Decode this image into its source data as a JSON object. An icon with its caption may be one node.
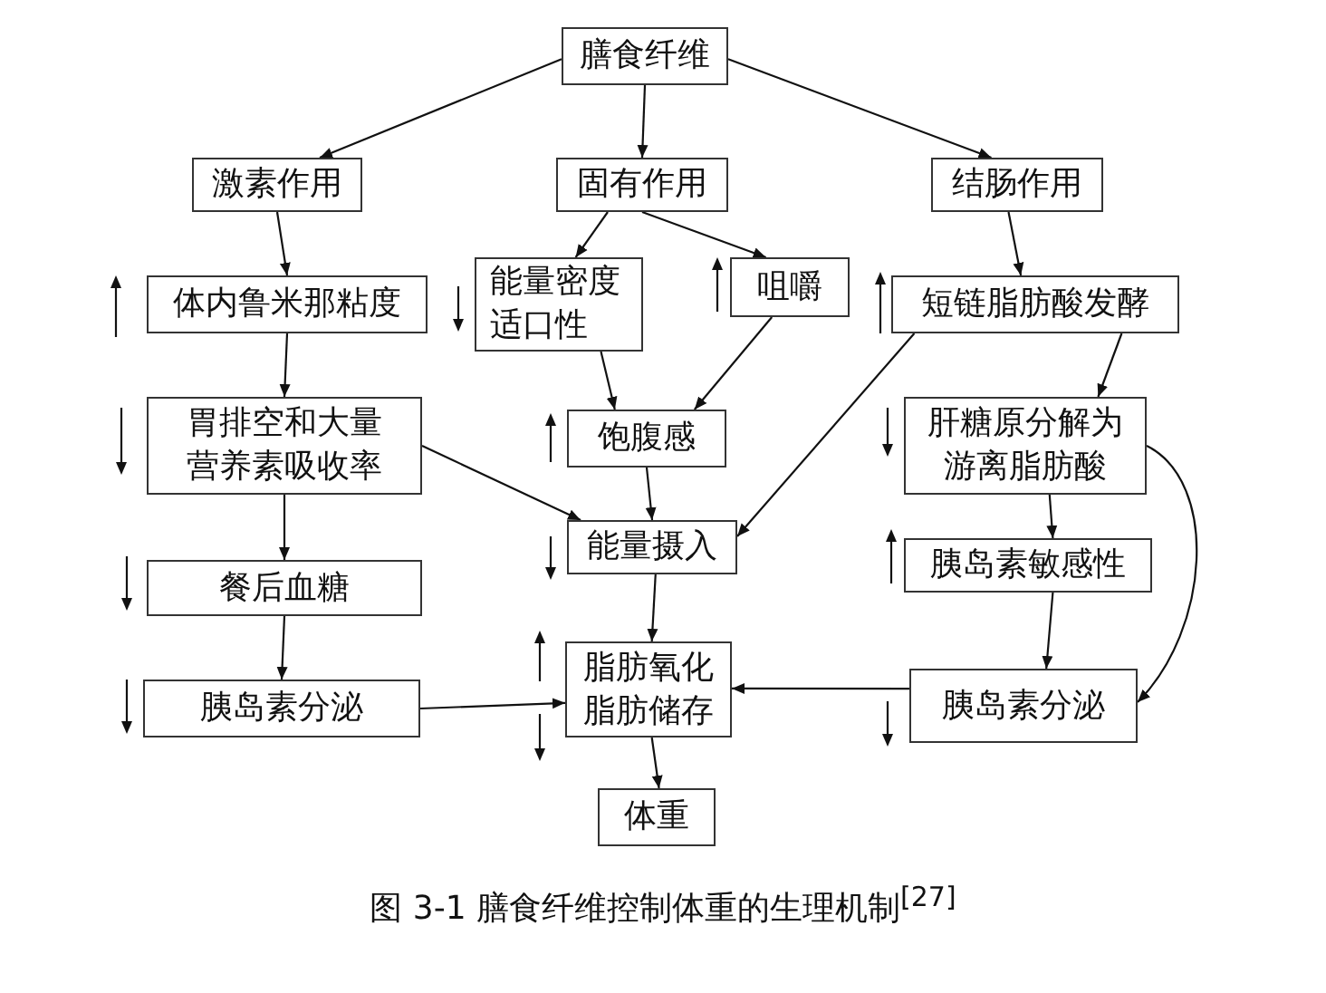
{
  "diagram": {
    "caption": "图 3-1 膳食纤维控制体重的生理机制$^{[27]}$",
    "nodes": [
      {
        "text": [
          "膳食纤维"
        ]
      },
      {
        "text": [
          "激素作用"
        ]
      },
      {
        "text": [
          "固有作用"
        ]
      },
      {
        "text": [
          "结肠作用"
        ]
      },
      {
        "text": [
          "体内鲁米那粘度"
        ]
      },
      {
        "text": [
          "能量密度适口性"
        ]
      },
      {
        "text": [
          "咀嚼"
        ]
      },
      {
        "text": [
          "短链脂肪酸发酵"
        ]
      },
      {
        "text": [
          "胃排空和大量营养素吸收率"
        ]
      },
      {
        "text": [
          "饱腹感"
        ]
      },
      {
        "text": [
          "肝糖原分解为游离脂肪酸"
        ]
      },
      {
        "text": [
          "能量摄入"
        ]
      },
      {
        "text": [
          "胰岛素敏感性"
        ]
      },
      {
        "text": [
          "餐后血糖"
        ]
      },
      {
        "text": [
          "脂肪氧化脂肪储存"
        ]
      },
      {
        "text": [
          "胰岛素分泌"
        ]
      },
      {
        "text": [
          "胰岛素分泌"
        ]
      },
      {
        "text": [
          "体重"
        ]
      }
    ],
    "edges": [
      {
        "from": 0,
        "to": 1,
        "arrow": "to"
      },
      {
        "from": 0,
        "to": 2,
        "arrow": "to"
      },
      {
        "from": 0,
        "to": 3,
        "arrow": "to"
      },
      {
        "from": 1,
        "to": 4,
        "arrow": "to"
      },
      {
        "from": 2,
        "to": 5,
        "arrow": "to"
      },
      {
        "from": 2,
        "to": 6,
        "arrow": "to"
      },
      {
        "from": 3,
        "to": 7,
        "arrow": "to"
      },
      {
        "from": 4,
        "to": 8,
        "arrow": "to"
      },
      {
        "from": 5,
        "to": 9,
        "arrow": "to"
      },
      {
        "from": 6,
        "to": 9,
        "arrow": "to"
      },
      {
        "from": 7,
        "to": 10,
        "arrow": "to"
      },
      {
        "from": 8,
        "to": 11,
        "arrow": "to"
      },
      {
        "from": 7,
        "to": 11,
        "arrow": "to"
      },
      {
        "from": 9,
        "to": 11,
        "arrow": "to"
      },
      {
        "from": 10,
        "to": 12,
        "arrow": "to"
      },
      {
        "from": 12,
        "to": 16,
        "arrow": "to"
      },
      {
        "from": 10,
        "to": 16,
        "arrow": "to"
      },
      {
        "from": 8,
        "to": 13,
        "arrow": "to"
      },
      {
        "from": 13,
        "to": 15,
        "arrow": "to"
      },
      {
        "from": 15,
        "to": 14,
        "arrow": "to"
      },
      {
        "from": 16,
        "to": 14,
        "arrow": "to"
      },
      {
        "from": 11,
        "to": 14,
        "arrow": "to"
      },
      {
        "from": 14,
        "to": 17,
        "arrow": "to"
      }
    ]
  }
}
